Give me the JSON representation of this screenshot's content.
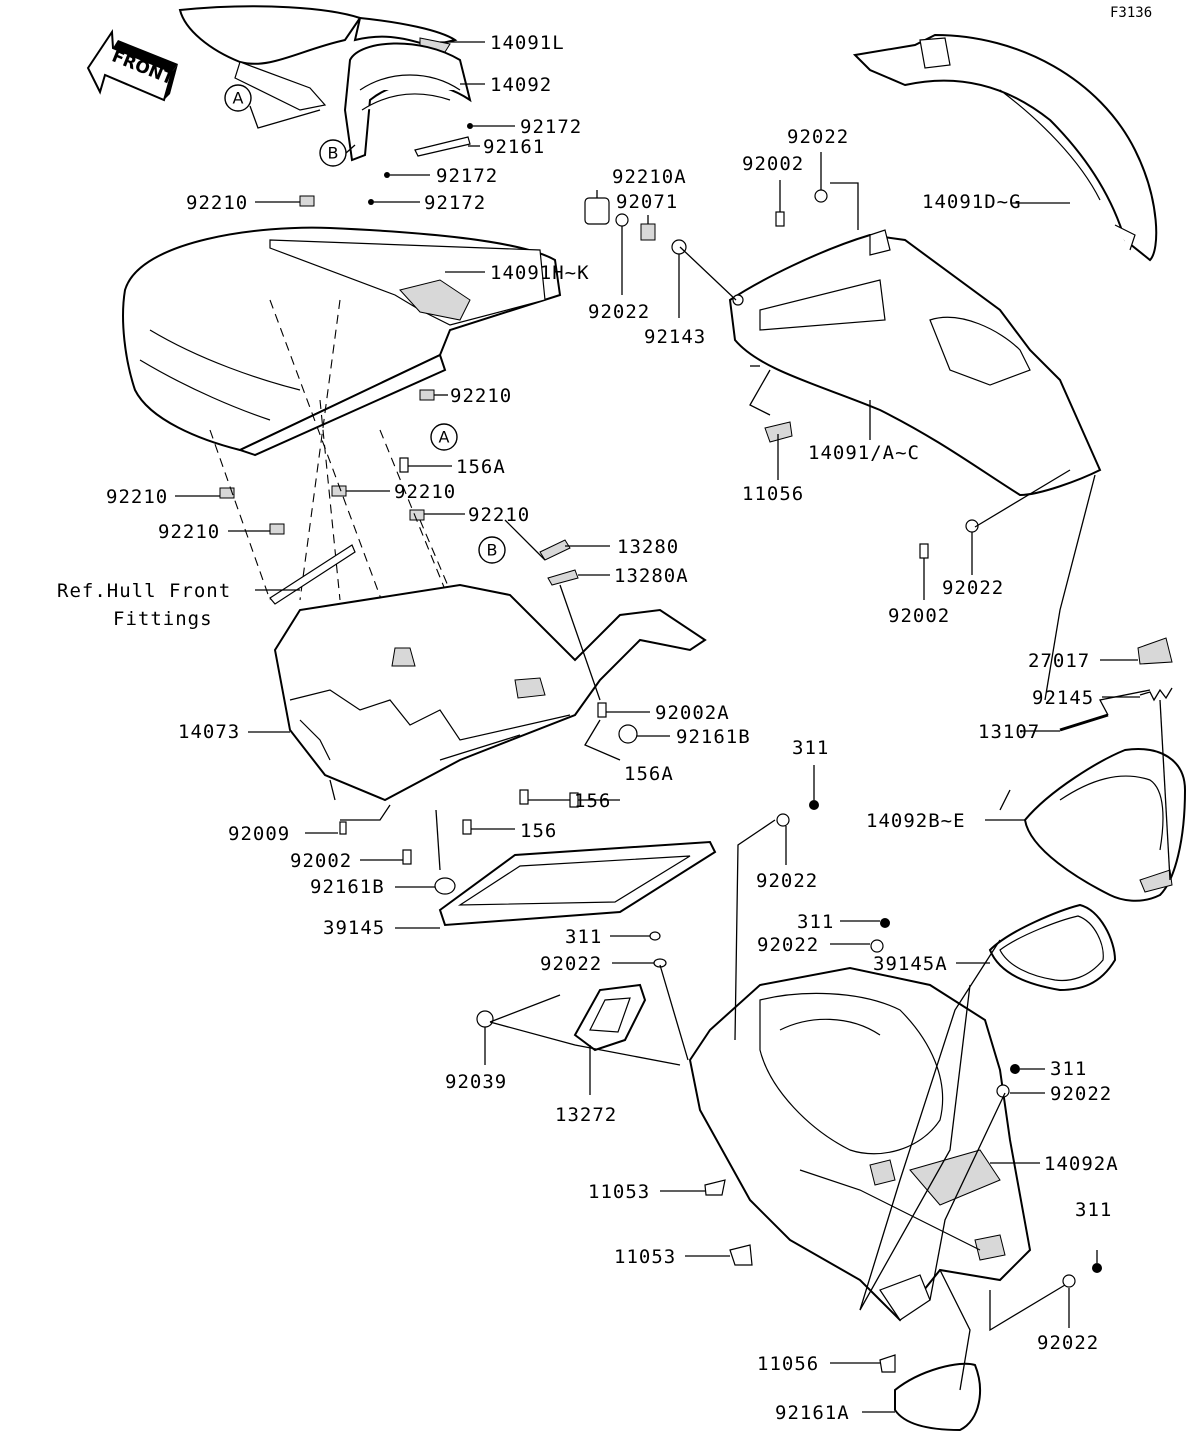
{
  "figure_code": "F3136",
  "front_label": "FRONT",
  "ref_text_line1": "Ref.Hull Front",
  "ref_text_line2": "Fittings",
  "callouts": {
    "A": "A",
    "B": "B"
  },
  "parts": {
    "p14091L": "14091L",
    "p14092": "14092",
    "p92172a": "92172",
    "p92161": "92161",
    "p92172b": "92172",
    "p92172c": "92172",
    "p92210a": "92210",
    "p14091HK": "14091H~K",
    "p92210b": "92210",
    "p156Aa": "156A",
    "p92210c": "92210",
    "p92210d": "92210",
    "p92210e": "92210",
    "p92210f": "92210",
    "p92210A": "92210A",
    "p92071": "92071",
    "p92022a": "92022",
    "p92143": "92143",
    "p92022b": "92022",
    "p92002a": "92002",
    "p14091DG": "14091D~G",
    "p14091AC": "14091/A~C",
    "p11056a": "11056",
    "p13280": "13280",
    "p13280A": "13280A",
    "p92002A": "92002A",
    "p92161B": "92161B",
    "p156Ab": "156A",
    "p156a": "156",
    "p156b": "156",
    "p14073": "14073",
    "p92009": "92009",
    "p92002b": "92002",
    "p92161Bb": "92161B",
    "p39145": "39145",
    "p92022c": "92022",
    "p92002c": "92002",
    "p27017": "27017",
    "p92145": "92145",
    "p13107": "13107",
    "p311a": "311",
    "p92022d": "92022",
    "p14092BE": "14092B~E",
    "p311b": "311",
    "p92022e": "92022",
    "p311c": "311",
    "p92022f": "92022",
    "p39145A": "39145A",
    "p92039": "92039",
    "p13272": "13272",
    "p311d": "311",
    "p92022g": "92022",
    "p14092A": "14092A",
    "p11053a": "11053",
    "p11053b": "11053",
    "p311e": "311",
    "p92022h": "92022",
    "p11056b": "11056",
    "p92161A": "92161A"
  }
}
